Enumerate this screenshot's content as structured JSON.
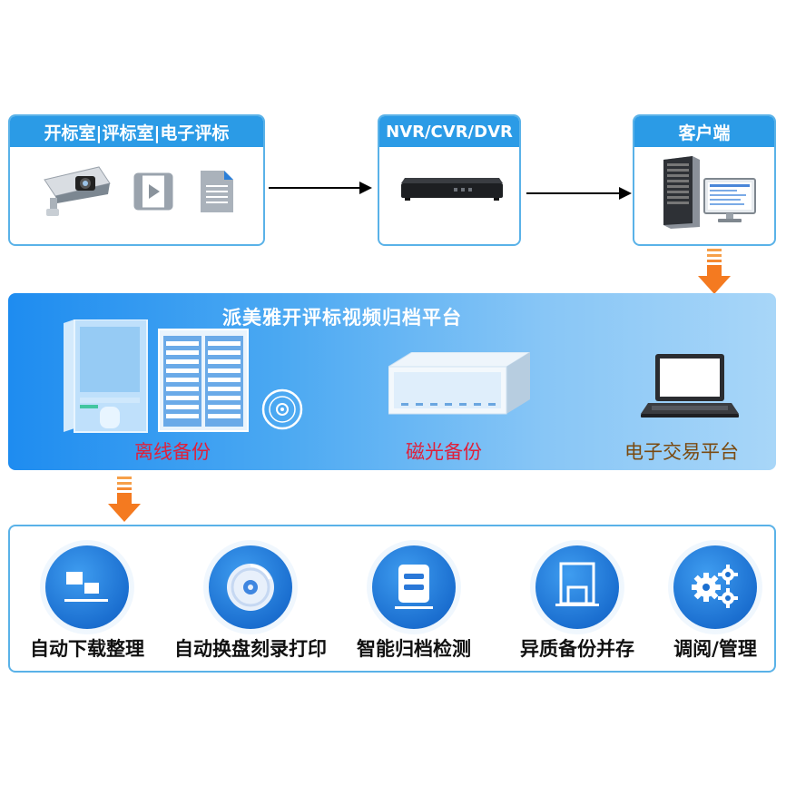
{
  "nodes": {
    "source": {
      "title": "开标室|评标室|电子评标",
      "icons": [
        "camera-icon",
        "video-file-icon",
        "document-icon"
      ]
    },
    "recorder": {
      "title": "NVR/CVR/DVR",
      "icons": [
        "recorder-device-icon"
      ]
    },
    "client": {
      "title": "客户端",
      "icons": [
        "server-tower-icon",
        "monitor-icon"
      ]
    }
  },
  "platform": {
    "title": "派美雅开评标视频归档平台",
    "items": [
      {
        "label": "离线备份",
        "color": "#e0203a",
        "icons": [
          "archive-cabinet-icon",
          "storage-rack-icon",
          "disc-icon"
        ]
      },
      {
        "label": "磁光备份",
        "color": "#e0203a",
        "icons": [
          "magneto-optical-storage-icon"
        ]
      },
      {
        "label": "电子交易平台",
        "color": "#7a4a10",
        "icons": [
          "laptop-icon"
        ]
      }
    ]
  },
  "functions": [
    {
      "label": "自动下载整理",
      "icon": "download-organize-icon"
    },
    {
      "label": "自动换盘刻录打印",
      "icon": "disc-burn-icon"
    },
    {
      "label": "智能归档检测",
      "icon": "archive-check-icon"
    },
    {
      "label": "异质备份并存",
      "icon": "heterogeneous-backup-icon"
    },
    {
      "label": "调阅/管理",
      "icon": "gears-icon"
    }
  ],
  "colors": {
    "header_blue": "#2b9be6",
    "border_blue": "#5ab2e8",
    "arrow_orange": "#f47a20",
    "circle_blue": "#1b6fd0"
  }
}
